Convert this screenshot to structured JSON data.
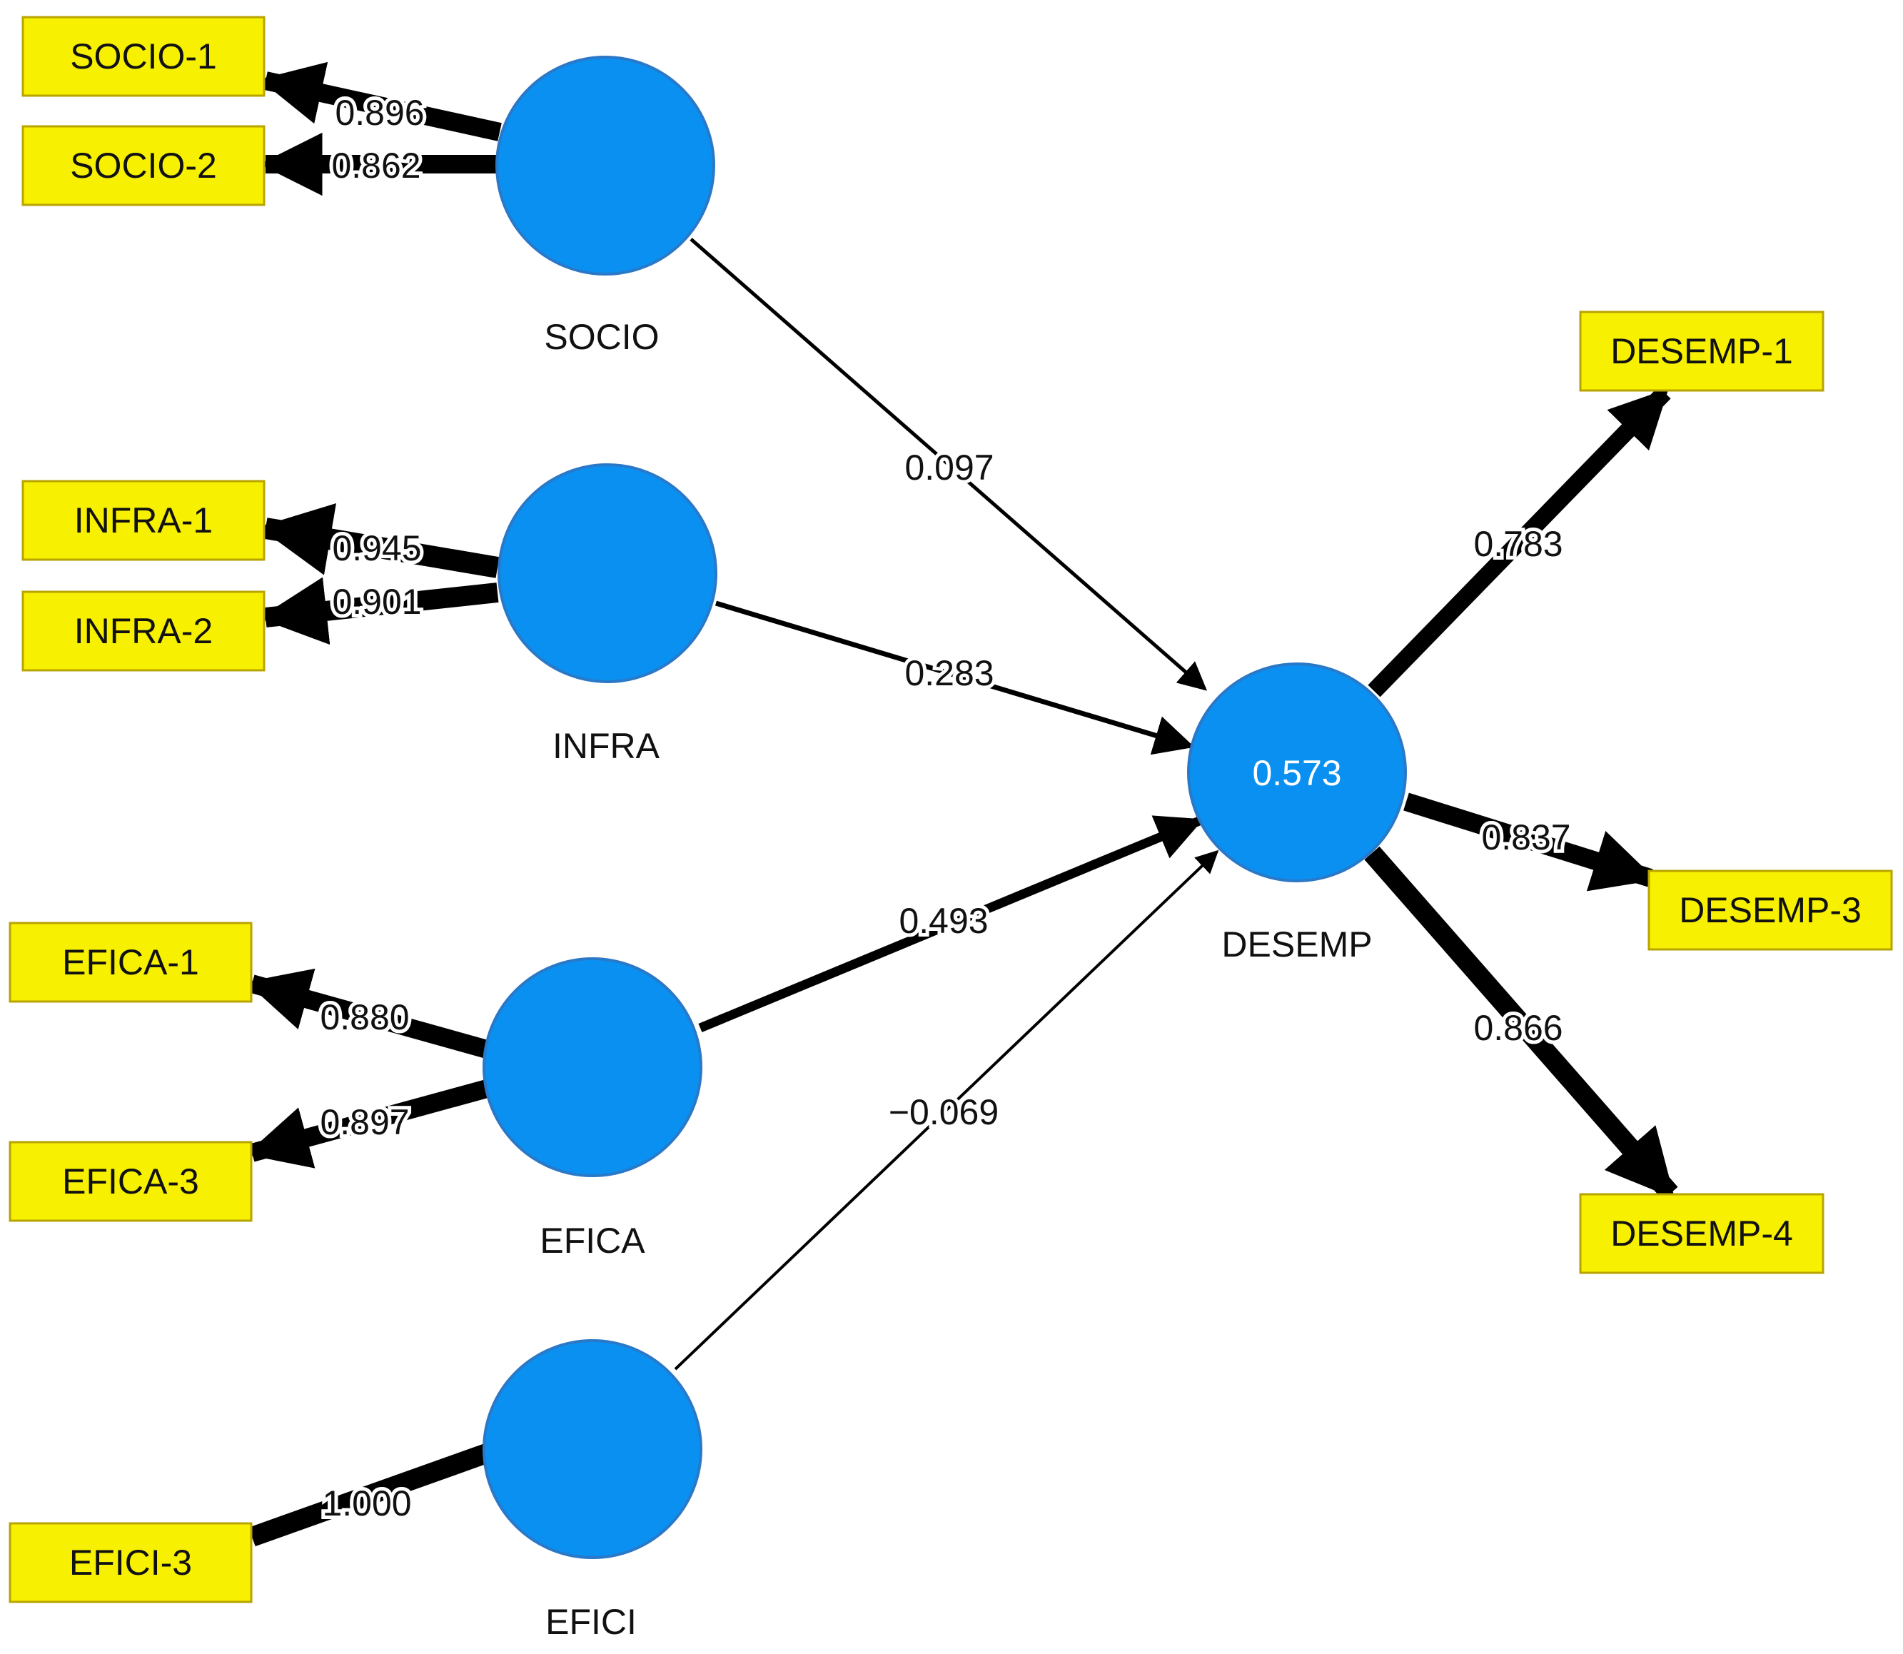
{
  "colors": {
    "construct_fill": "#0a90f0",
    "construct_stroke": "#2a78c8",
    "indicator_fill": "#f7f000",
    "indicator_stroke": "#b8a400",
    "arrow": "#000000",
    "label_text": "#111111",
    "r2_text": "#ffffff"
  },
  "constructs": {
    "socio": {
      "label": "SOCIO"
    },
    "infra": {
      "label": "INFRA"
    },
    "efica": {
      "label": "EFICA"
    },
    "efici": {
      "label": "EFICI"
    },
    "desemp": {
      "label": "DESEMP",
      "r2": "0.573"
    }
  },
  "indicators": {
    "socio_1": "SOCIO-1",
    "socio_2": "SOCIO-2",
    "infra_1": "INFRA-1",
    "infra_2": "INFRA-2",
    "efica_1": "EFICA-1",
    "efica_3": "EFICA-3",
    "efici_3": "EFICI-3",
    "desemp_1": "DESEMP-1",
    "desemp_3": "DESEMP-3",
    "desemp_4": "DESEMP-4"
  },
  "outer_loadings": {
    "socio_1": "0.896",
    "socio_2": "0.862",
    "infra_1": "0.945",
    "infra_2": "0.901",
    "efica_1": "0.880",
    "efica_3": "0.897",
    "efici_3": "1.000",
    "desemp_1": "0.783",
    "desemp_3": "0.837",
    "desemp_4": "0.866"
  },
  "path_coefficients": {
    "socio_desemp": "0.097",
    "infra_desemp": "0.283",
    "efica_desemp": "0.493",
    "efici_desemp": "−0.069"
  }
}
